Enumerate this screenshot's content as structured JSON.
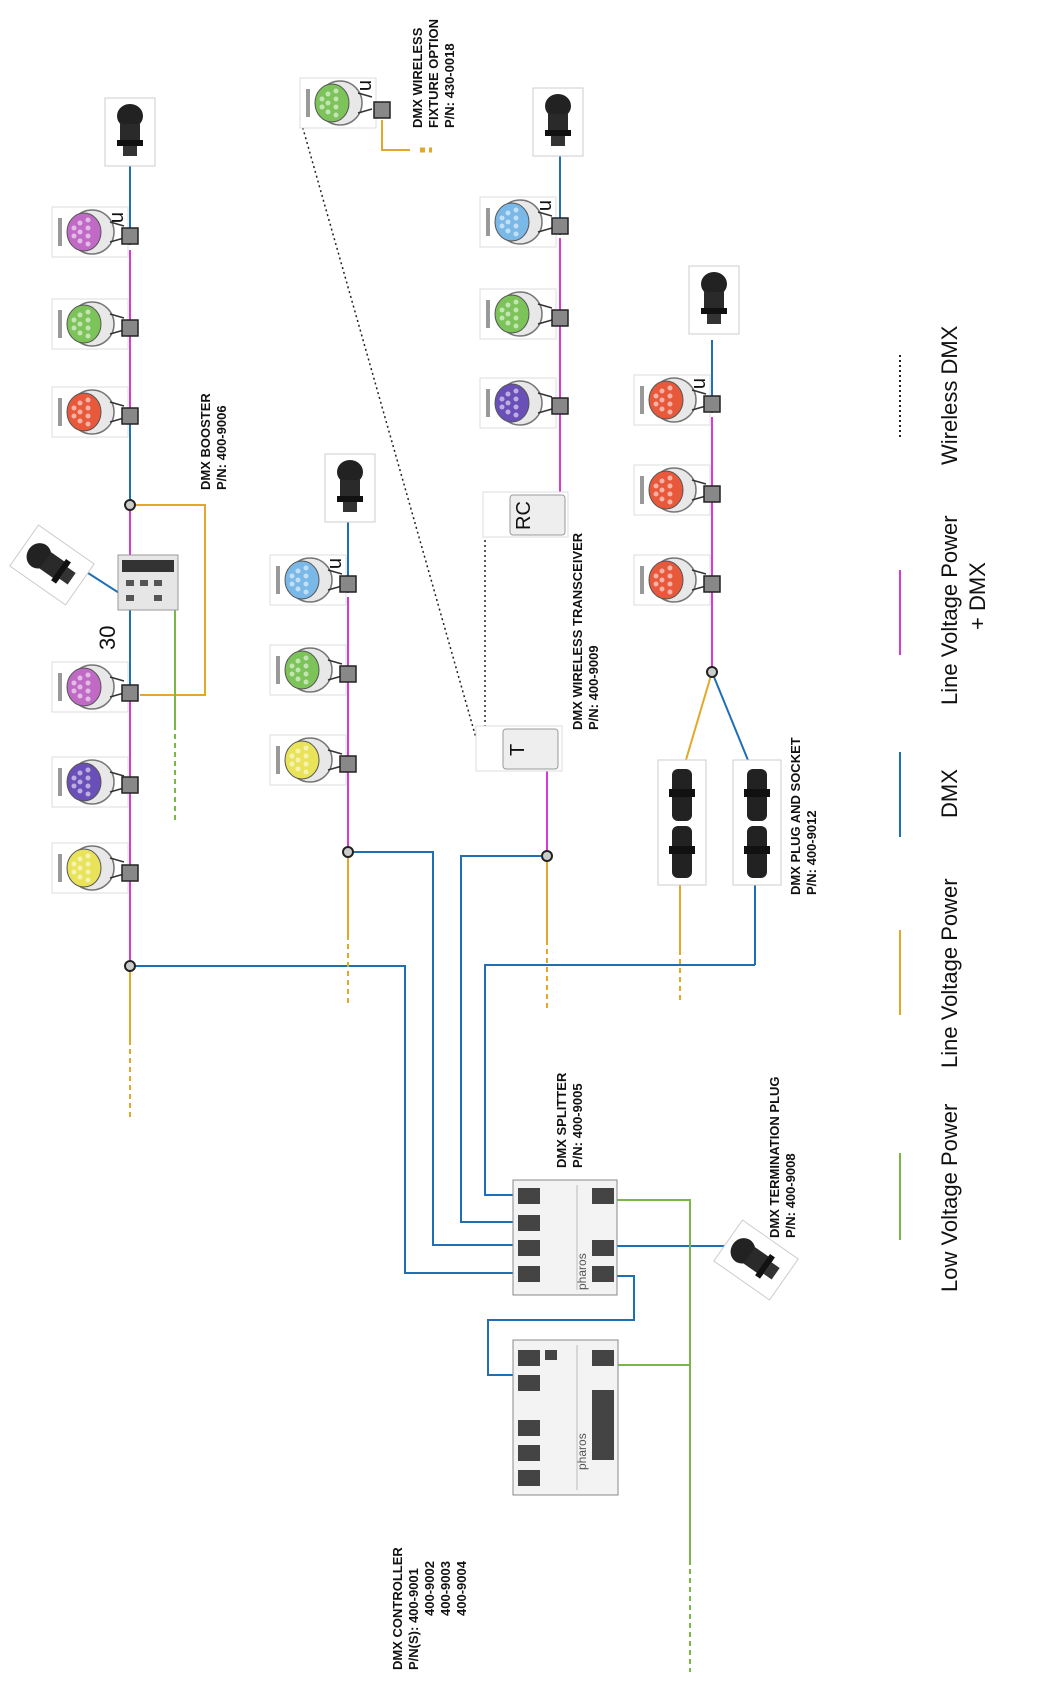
{
  "labels": {
    "wireless_fixture": [
      "DMX WIRELESS",
      "FIXTURE OPTION",
      "P/N: 430-0018"
    ],
    "booster": [
      "DMX BOOSTER",
      "P/N: 400-9006"
    ],
    "transceiver": [
      "DMX WIRELESS TRANSCEIVER",
      "P/N: 400-9009"
    ],
    "plug_socket": [
      "DMX PLUG AND SOCKET",
      "P/N: 400-9012"
    ],
    "splitter": [
      "DMX SPLITTER",
      "P/N: 400-9005"
    ],
    "termination": [
      "DMX TERMINATION PLUG",
      "P/N: 400-9008"
    ],
    "controller": [
      "DMX CONTROLLER",
      "P/N(S): 400-9001",
      "400-9002",
      "400-9003",
      "400-9004"
    ]
  },
  "fixture_count_label": "30",
  "n_label": "n",
  "transceiver_marks": {
    "rc": "RC",
    "t": "T"
  },
  "brand": "pharos",
  "legend": [
    {
      "label": "Wireless DMX",
      "color": "#222222",
      "style": "dotted"
    },
    {
      "label": "Line Voltage Power",
      "label2": "+ DMX",
      "color": "#d63bd6",
      "style": "solid"
    },
    {
      "label": "DMX",
      "color": "#1f6fb4",
      "style": "solid"
    },
    {
      "label": "Line Voltage Power",
      "color": "#e3a82a",
      "style": "solid"
    },
    {
      "label": "Low Voltage Power",
      "color": "#7ab648",
      "style": "solid"
    }
  ],
  "colors": {
    "magenta": "#d63bd6",
    "blue": "#1f6fb4",
    "orange": "#e3a82a",
    "green": "#7ab648"
  }
}
